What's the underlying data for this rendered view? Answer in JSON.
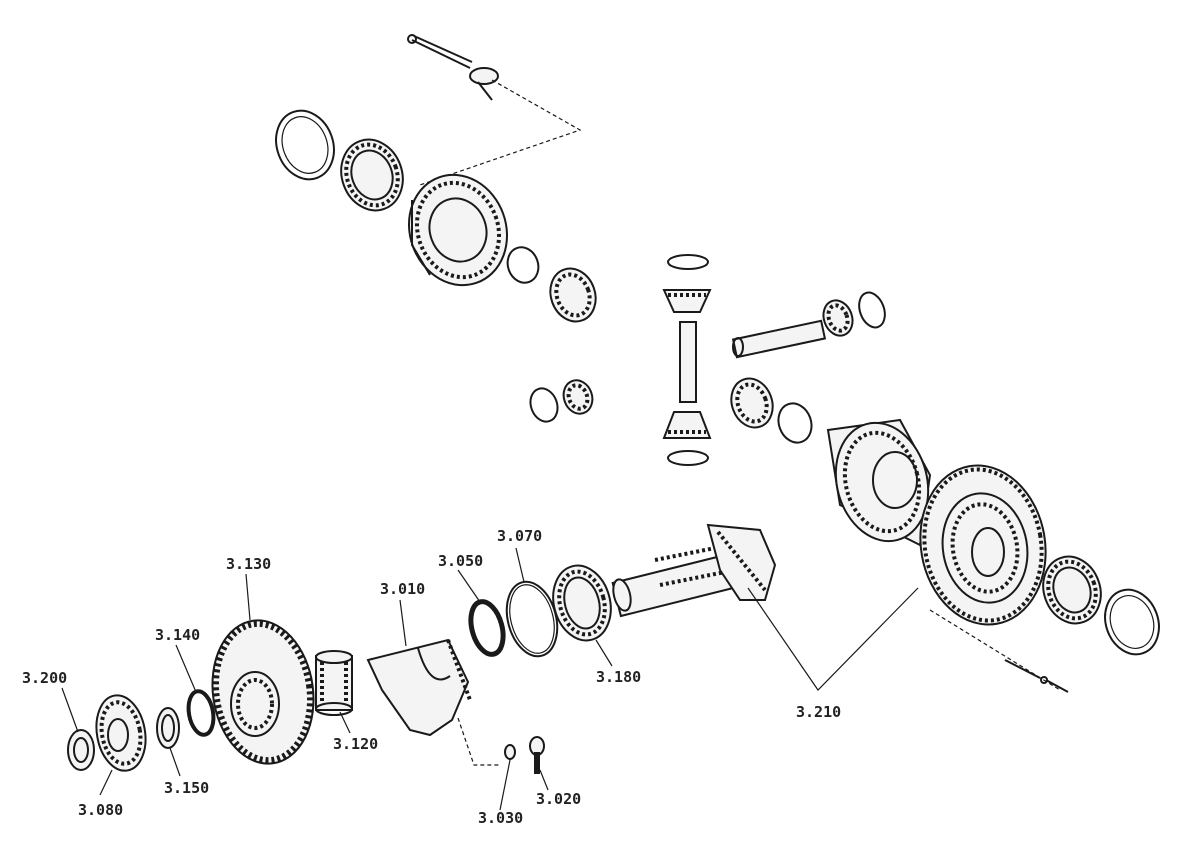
{
  "labels": {
    "p3010": "3.010",
    "p3020": "3.020",
    "p3030": "3.030",
    "p3050": "3.050",
    "p3070": "3.070",
    "p3080": "3.080",
    "p3120": "3.120",
    "p3130": "3.130",
    "p3140": "3.140",
    "p3150": "3.150",
    "p3180": "3.180",
    "p3200": "3.200",
    "p3210": "3.210"
  },
  "colors": {
    "ink": "#1a1a1a",
    "background": "#ffffff"
  }
}
